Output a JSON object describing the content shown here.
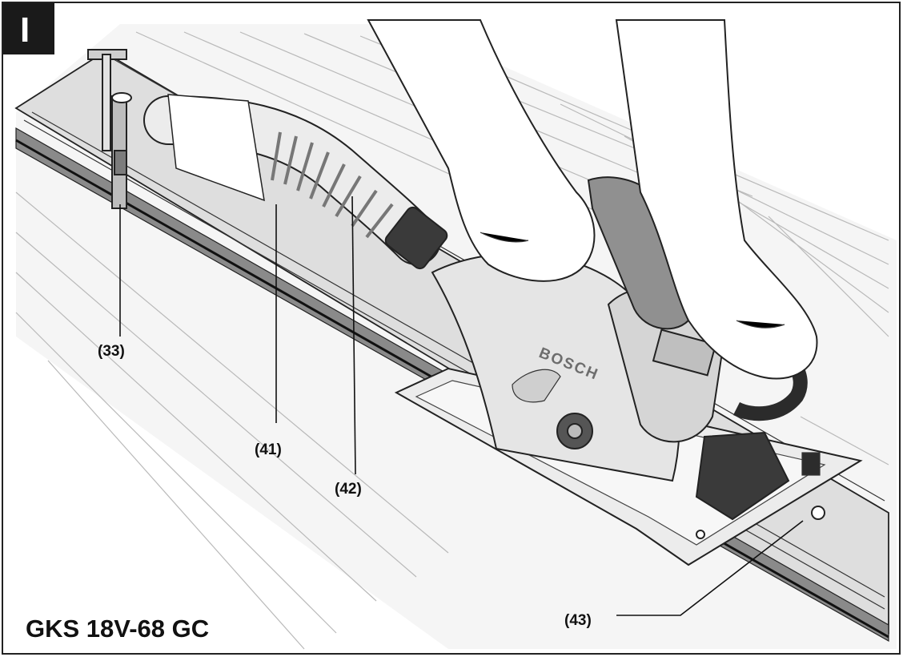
{
  "figure_label": "I",
  "model": "GKS 18V-68 GC",
  "brand_mark": "BOSCH",
  "callouts": [
    {
      "id": "33",
      "text": "(33)"
    },
    {
      "id": "41",
      "text": "(41)"
    },
    {
      "id": "42",
      "text": "(42)"
    },
    {
      "id": "43",
      "text": "(43)"
    }
  ],
  "colors": {
    "badge": "#1a1a1a",
    "border": "#222222",
    "wood": "#f4f4f4",
    "rail": "#d9d9d9",
    "saw_body": "#e8e8e8",
    "dark_parts": "#3a3a3a",
    "skin": "#ffffff"
  }
}
